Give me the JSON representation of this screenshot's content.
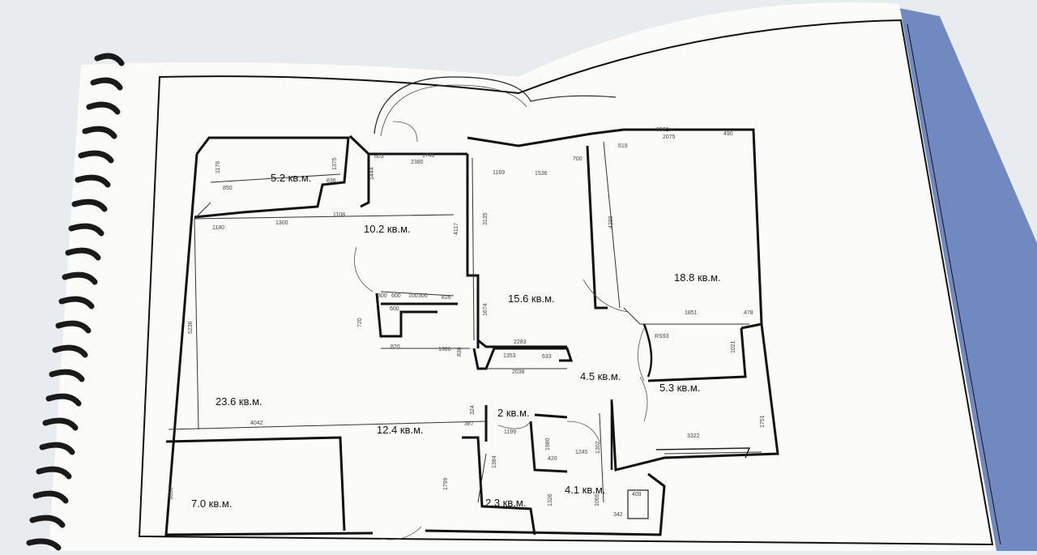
{
  "colors": {
    "desk": "#e9ecef",
    "paper": "#fbfbfa",
    "cover": "#5a78b8",
    "ink": "#111111",
    "binding": "#1a1a1a"
  },
  "rooms": [
    {
      "label": "5.2 кв.м."
    },
    {
      "label": "10.2 кв.м."
    },
    {
      "label": "15.6 кв.м."
    },
    {
      "label": "18.8 кв.м."
    },
    {
      "label": "23.6 кв.м."
    },
    {
      "label": "4.5 кв.м."
    },
    {
      "label": "5.3 кв.м."
    },
    {
      "label": "2 кв.м."
    },
    {
      "label": "12.4 кв.м."
    },
    {
      "label": "7.0 кв.м."
    },
    {
      "label": "2.3 кв.м."
    },
    {
      "label": "4.1 кв.м."
    }
  ],
  "dimensions": [
    "1743",
    "2380",
    "603",
    "1444",
    "1178",
    "850",
    "836",
    "1375",
    "1180",
    "1300",
    "1108",
    "4117",
    "3135",
    "1169",
    "1536",
    "700",
    "3382",
    "2075",
    "619",
    "490",
    "4289",
    "300",
    "600",
    "100",
    "300",
    "826",
    "720",
    "820",
    "1306",
    "2283",
    "1353",
    "633",
    "2038",
    "836",
    "1674",
    "1851",
    "478",
    "RS93",
    "1021",
    "5236",
    "4042",
    "324",
    "387",
    "1199",
    "1384",
    "1799",
    "1980",
    "420",
    "1245",
    "1302",
    "1751",
    "3322",
    "1850",
    "1326",
    "409",
    "1065",
    "342",
    "600"
  ]
}
